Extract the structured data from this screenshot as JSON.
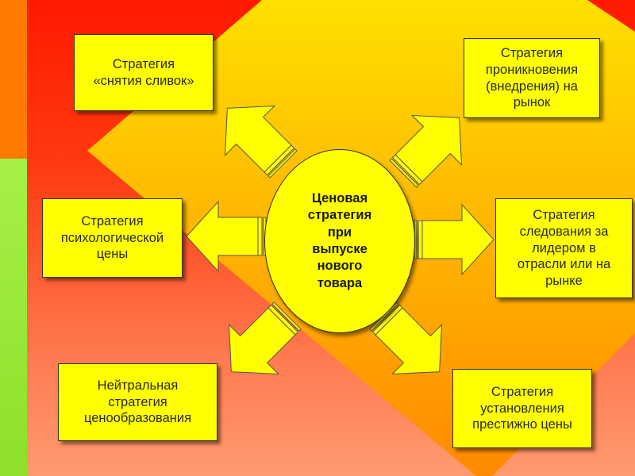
{
  "center": {
    "lines": [
      "Ценовая",
      "стратегия",
      "при",
      "выпуске",
      "нового",
      "товара"
    ]
  },
  "boxes": [
    {
      "id": "skimming",
      "lines": [
        "Стратегия",
        "«снятия сливок»"
      ]
    },
    {
      "id": "penetration",
      "lines": [
        "Стратегия",
        "проникновения",
        "(внедрения) на",
        "рынок"
      ]
    },
    {
      "id": "psychological",
      "lines": [
        "Стратегия",
        "психологической",
        "цены"
      ]
    },
    {
      "id": "leader",
      "lines": [
        "Стратегия",
        "следования за",
        "лидером в",
        "отрасли или на",
        "рынке"
      ]
    },
    {
      "id": "neutral",
      "lines": [
        "Нейтральная",
        "стратегия",
        "ценообразования"
      ]
    },
    {
      "id": "prestige",
      "lines": [
        "Стратегия",
        "установления",
        "престижно цены"
      ]
    }
  ],
  "colors": {
    "box_fill": "#ffff00",
    "background_red": "#ff1a00",
    "strip_orange": "#ff7a00",
    "strip_green": "#8ee02a"
  }
}
